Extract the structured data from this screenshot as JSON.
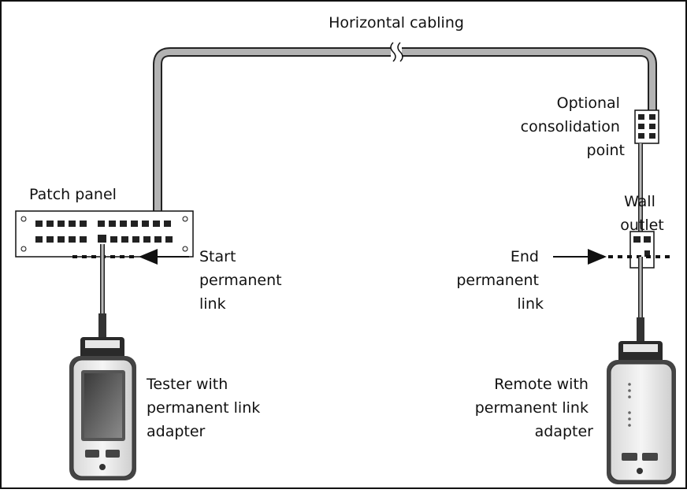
{
  "labels": {
    "horizontal_cabling": "Horizontal cabling",
    "consolidation": [
      "Optional",
      "consolidation",
      "point"
    ],
    "patch_panel": "Patch panel",
    "wall_outlet": [
      "Wall",
      "outlet"
    ],
    "start_link": [
      "Start",
      "permanent",
      "link"
    ],
    "end_link": [
      "End",
      "permanent",
      "link"
    ],
    "tester": [
      "Tester with",
      "permanent link",
      "adapter"
    ],
    "remote": [
      "Remote with",
      "permanent link",
      "adapter"
    ]
  },
  "icons": [
    "patch-panel",
    "wall-outlet",
    "consolidation-point",
    "tester-device",
    "remote-device",
    "cable-break"
  ]
}
